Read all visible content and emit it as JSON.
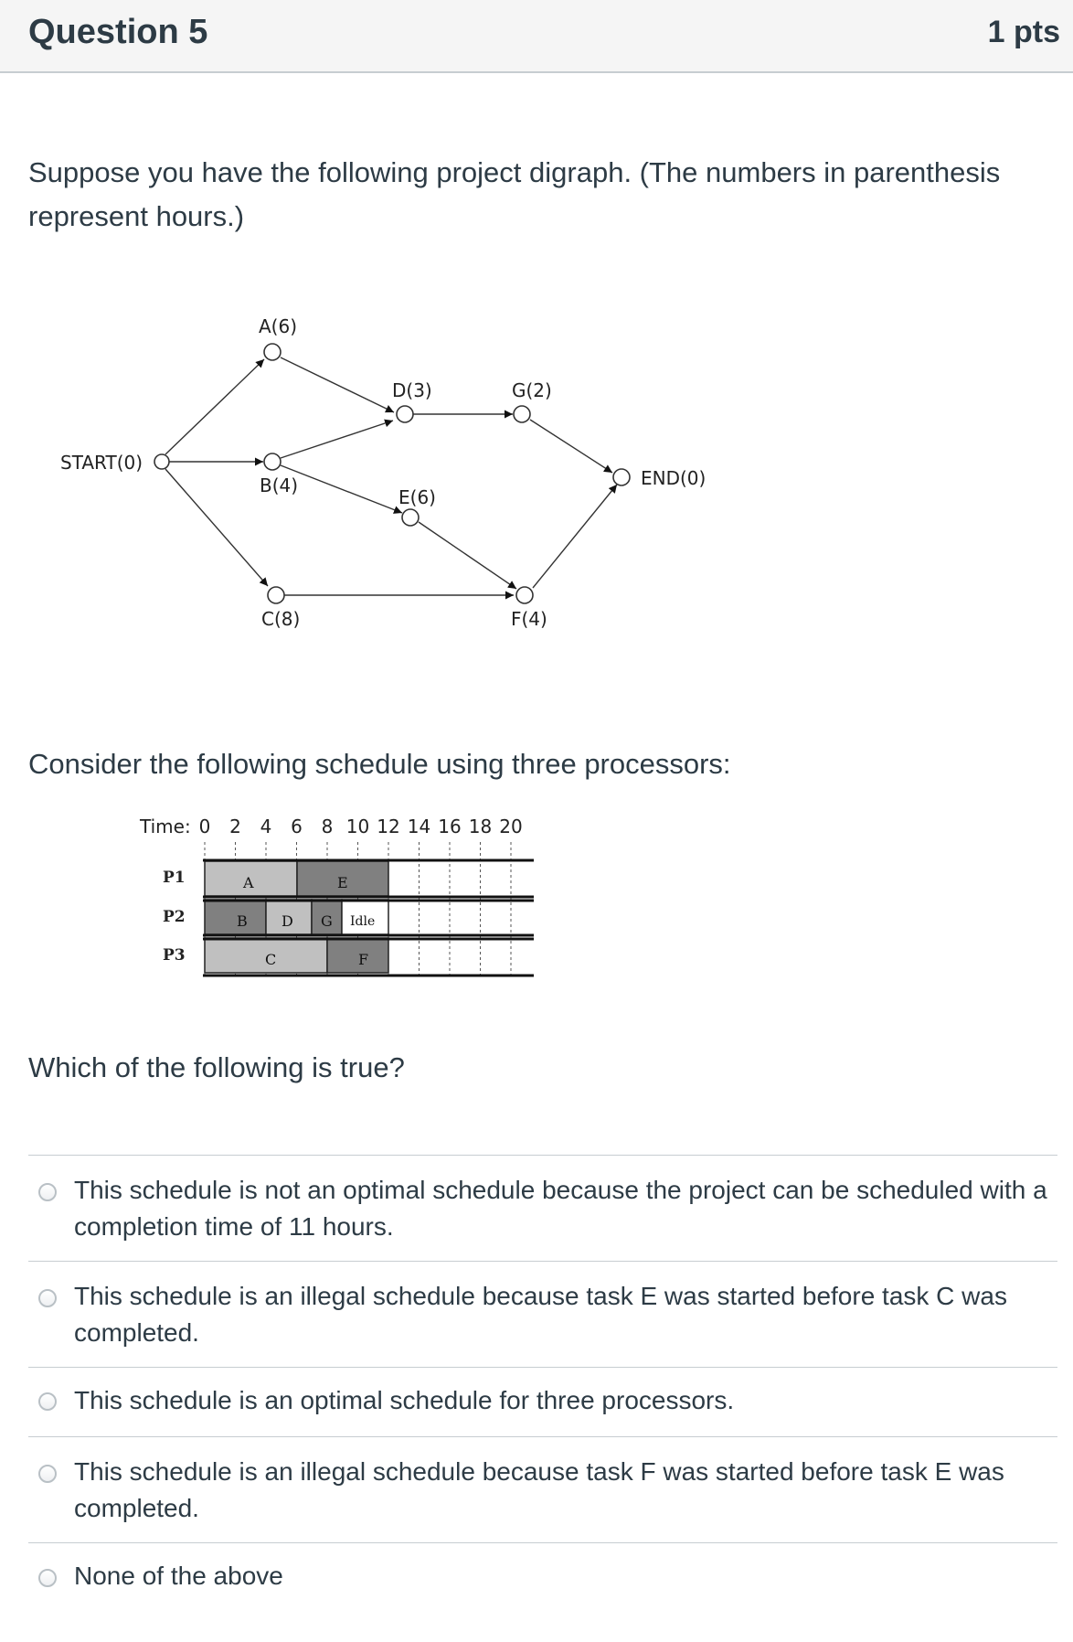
{
  "question": {
    "title": "Question 5",
    "points": "1 pts"
  },
  "intro": "Suppose you have the following project digraph. (The numbers in parenthesis represent hours.)",
  "digraph": {
    "nodes": {
      "start": "START(0)",
      "a": "A(6)",
      "b": "B(4)",
      "c": "C(8)",
      "d": "D(3)",
      "e": "E(6)",
      "f": "F(4)",
      "g": "G(2)",
      "end": "END(0)"
    }
  },
  "consider": "Consider the following schedule using three processors:",
  "schedule": {
    "time_label": "Time:",
    "ticks": [
      "0",
      "2",
      "4",
      "6",
      "8",
      "10",
      "12",
      "14",
      "16",
      "18",
      "20"
    ],
    "processors": [
      "P1",
      "P2",
      "P3"
    ],
    "tasks": {
      "a": "A",
      "e": "E",
      "b": "B",
      "d": "D",
      "g": "G",
      "idle": "Idle",
      "c": "C",
      "f": "F"
    }
  },
  "prompt": "Which of the following is true?",
  "answers": [
    "This schedule is not an optimal schedule because the project can be scheduled with a completion time of 11 hours.",
    "This schedule is an illegal schedule because task E was started before task C was completed.",
    "This schedule is an optimal schedule for three processors.",
    "This schedule is an illegal schedule because task F was started before task E was completed.",
    "None of the above"
  ]
}
